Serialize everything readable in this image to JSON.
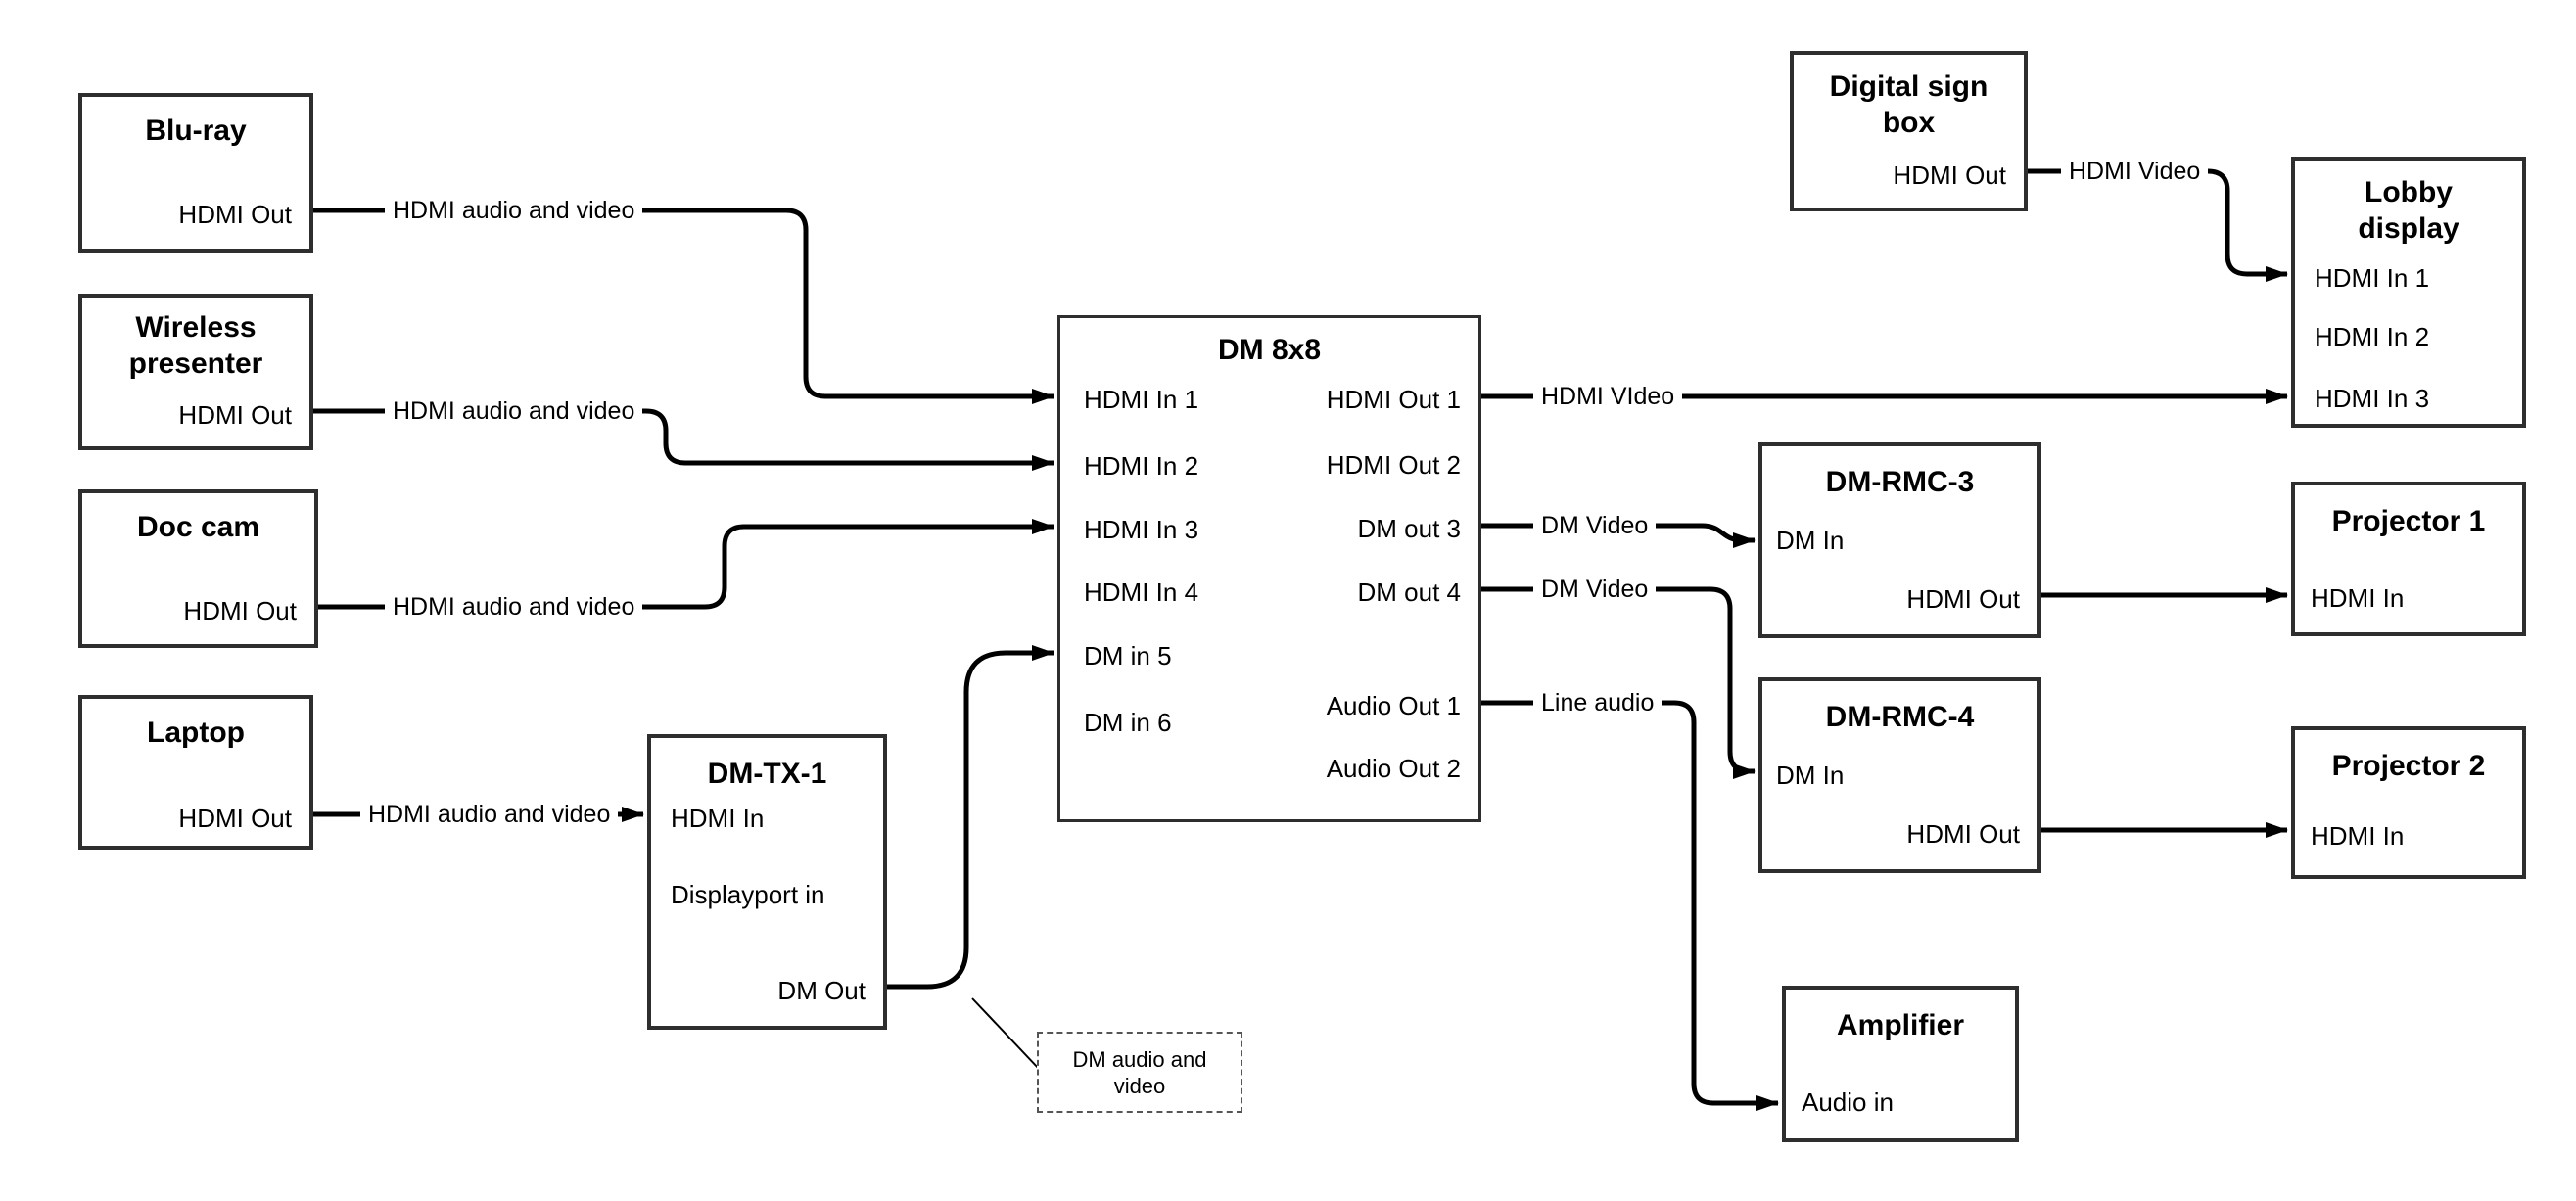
{
  "colors": {
    "line": "#000000",
    "border": "#2e2e2e",
    "bg": "#ffffff",
    "text": "#000000"
  },
  "nodes": {
    "bluray": {
      "title": "Blu-ray",
      "ports": {
        "hdmi_out": "HDMI Out"
      }
    },
    "wireless": {
      "title": "Wireless\npresenter",
      "ports": {
        "hdmi_out": "HDMI Out"
      }
    },
    "doccam": {
      "title": "Doc cam",
      "ports": {
        "hdmi_out": "HDMI Out"
      }
    },
    "laptop": {
      "title": "Laptop",
      "ports": {
        "hdmi_out": "HDMI Out"
      }
    },
    "dmtx1": {
      "title": "DM-TX-1",
      "ports": {
        "hdmi_in": "HDMI In",
        "dp_in": "Displayport in",
        "dm_out": "DM Out"
      }
    },
    "dm8x8": {
      "title": "DM 8x8",
      "ports": {
        "in1": "HDMI In 1",
        "in2": "HDMI In 2",
        "in3": "HDMI In 3",
        "in4": "HDMI In 4",
        "in5": "DM in 5",
        "in6": "DM in 6",
        "out1": "HDMI Out 1",
        "out2": "HDMI Out 2",
        "out3": "DM out 3",
        "out4": "DM out 4",
        "aout1": "Audio Out 1",
        "aout2": "Audio Out 2"
      }
    },
    "digsign": {
      "title": "Digital sign\nbox",
      "ports": {
        "hdmi_out": "HDMI Out"
      }
    },
    "lobby": {
      "title": "Lobby\ndisplay",
      "ports": {
        "in1": "HDMI In 1",
        "in2": "HDMI In 2",
        "in3": "HDMI In 3"
      }
    },
    "rmc3": {
      "title": "DM-RMC-3",
      "ports": {
        "dm_in": "DM In",
        "hdmi_out": "HDMI Out"
      }
    },
    "rmc4": {
      "title": "DM-RMC-4",
      "ports": {
        "dm_in": "DM In",
        "hdmi_out": "HDMI Out"
      }
    },
    "proj1": {
      "title": "Projector 1",
      "ports": {
        "hdmi_in": "HDMI In"
      }
    },
    "proj2": {
      "title": "Projector 2",
      "ports": {
        "hdmi_in": "HDMI In"
      }
    },
    "amp": {
      "title": "Amplifier",
      "ports": {
        "audio_in": "Audio in"
      }
    }
  },
  "edge_labels": {
    "bluray_line": "HDMI audio and video",
    "wireless_line": "HDMI audio and video",
    "doccam_line": "HDMI audio and video",
    "laptop_line": "HDMI audio and video",
    "hdmi_out1_line": "HDMI VIdeo",
    "dm_out3_line": "DM Video",
    "dm_out4_line": "DM Video",
    "audio_out1_line": "Line audio",
    "digsign_line": "HDMI Video",
    "callout": "DM audio and\nvideo"
  }
}
